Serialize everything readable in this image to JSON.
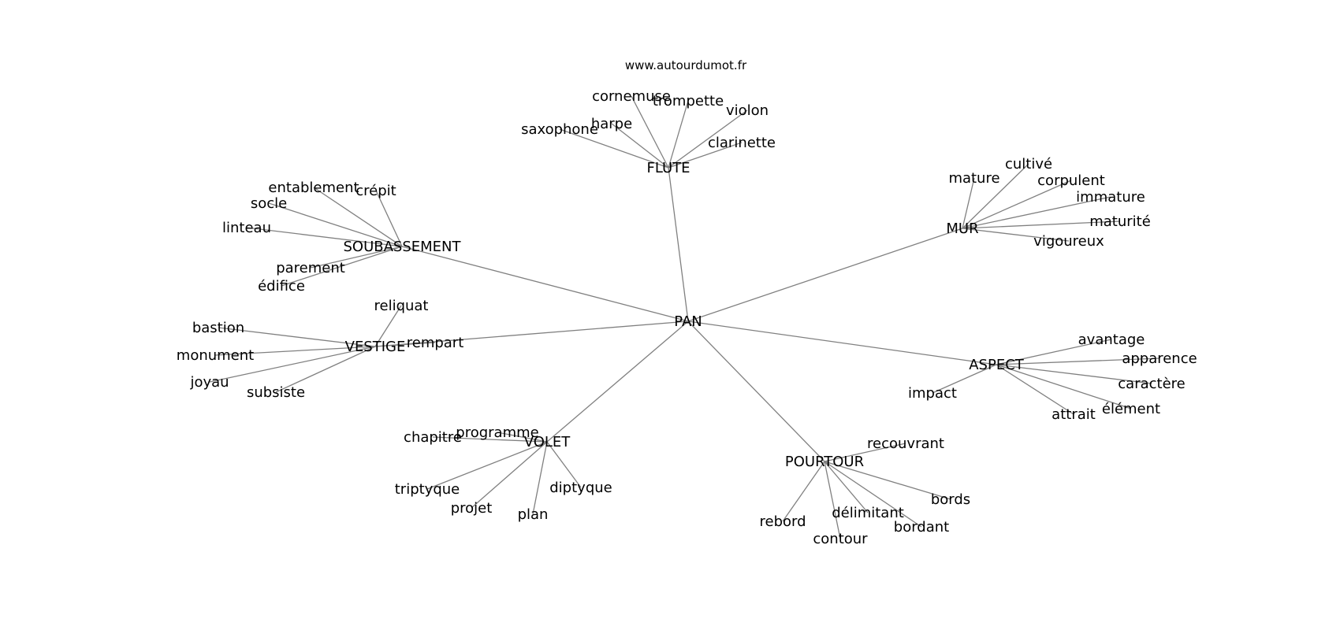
{
  "credit": "www.autourdumot.fr",
  "colors": {
    "edge": "#808080",
    "text": "#000000",
    "background": "#ffffff"
  },
  "graph": {
    "root": "PAN",
    "clusters": [
      {
        "hub": "FLUTE",
        "leaves": [
          "cornemuse",
          "trompette",
          "violon",
          "harpe",
          "saxophone",
          "clarinette"
        ]
      },
      {
        "hub": "MUR",
        "leaves": [
          "cultivé",
          "mature",
          "corpulent",
          "immature",
          "maturité",
          "vigoureux"
        ]
      },
      {
        "hub": "SOUBASSEMENT",
        "leaves": [
          "entablement",
          "crépit",
          "socle",
          "linteau",
          "parement",
          "édifice"
        ]
      },
      {
        "hub": "VESTIGE",
        "leaves": [
          "reliquat",
          "bastion",
          "rempart",
          "monument",
          "joyau",
          "subsiste"
        ]
      },
      {
        "hub": "ASPECT",
        "leaves": [
          "avantage",
          "apparence",
          "caractère",
          "impact",
          "élément",
          "attrait"
        ]
      },
      {
        "hub": "VOLET",
        "leaves": [
          "programme",
          "chapitre",
          "triptyque",
          "diptyque",
          "projet",
          "plan"
        ]
      },
      {
        "hub": "POURTOUR",
        "leaves": [
          "recouvrant",
          "bords",
          "rebord",
          "délimitant",
          "bordant",
          "contour"
        ]
      }
    ]
  }
}
